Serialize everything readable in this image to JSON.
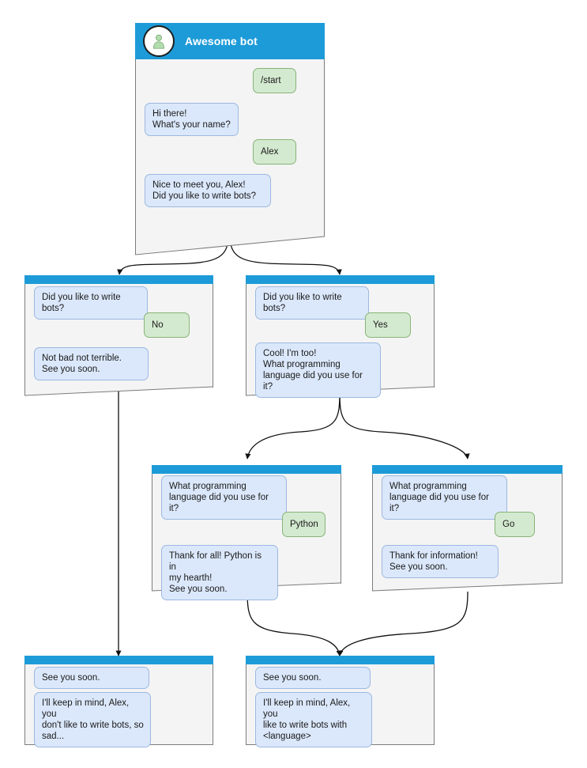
{
  "diagram": {
    "type": "bot-conversation-flowchart",
    "accent_color": "#1d9bd8",
    "card_background": "#f4f4f4",
    "bot_bubble_color": "#dbe8fb",
    "user_bubble_color": "#d4ead0",
    "avatar_icon": "person-avatar-icon"
  },
  "nodes": {
    "root": {
      "title": "Awesome bot",
      "messages": [
        {
          "from": "user",
          "text": "/start"
        },
        {
          "from": "bot",
          "text": "Hi there!\nWhat's your name?"
        },
        {
          "from": "user",
          "text": "Alex"
        },
        {
          "from": "bot",
          "text": "Nice to meet you, Alex!\nDid you like to write bots?"
        }
      ]
    },
    "no_branch": {
      "messages": [
        {
          "from": "bot",
          "text": "Did you like to write bots?"
        },
        {
          "from": "user",
          "text": "No"
        },
        {
          "from": "bot",
          "text": "Not bad not terrible.\nSee you soon."
        }
      ]
    },
    "yes_branch": {
      "messages": [
        {
          "from": "bot",
          "text": "Did you like to write bots?"
        },
        {
          "from": "user",
          "text": "Yes"
        },
        {
          "from": "bot",
          "text": "Cool! I'm too!\nWhat programming\nlanguage did you use for it?"
        }
      ]
    },
    "python_branch": {
      "messages": [
        {
          "from": "bot",
          "text": "What programming\nlanguage did you use for it?"
        },
        {
          "from": "user",
          "text": "Python"
        },
        {
          "from": "bot",
          "text": "Thank for all! Python is in\nmy hearth!\nSee you soon."
        }
      ]
    },
    "go_branch": {
      "messages": [
        {
          "from": "bot",
          "text": "What programming\nlanguage did you use for it?"
        },
        {
          "from": "user",
          "text": "Go"
        },
        {
          "from": "bot",
          "text": "Thank for information!\nSee you soon."
        }
      ]
    },
    "end_sad": {
      "messages": [
        {
          "from": "bot",
          "text": "See you soon."
        },
        {
          "from": "bot",
          "text": "I'll keep in mind, Alex, you\ndon't like to write bots, so\nsad..."
        }
      ]
    },
    "end_happy": {
      "messages": [
        {
          "from": "bot",
          "text": "See you soon."
        },
        {
          "from": "bot",
          "text": "I'll keep in mind, Alex, you\nlike to write bots with\n<language>"
        }
      ]
    }
  }
}
